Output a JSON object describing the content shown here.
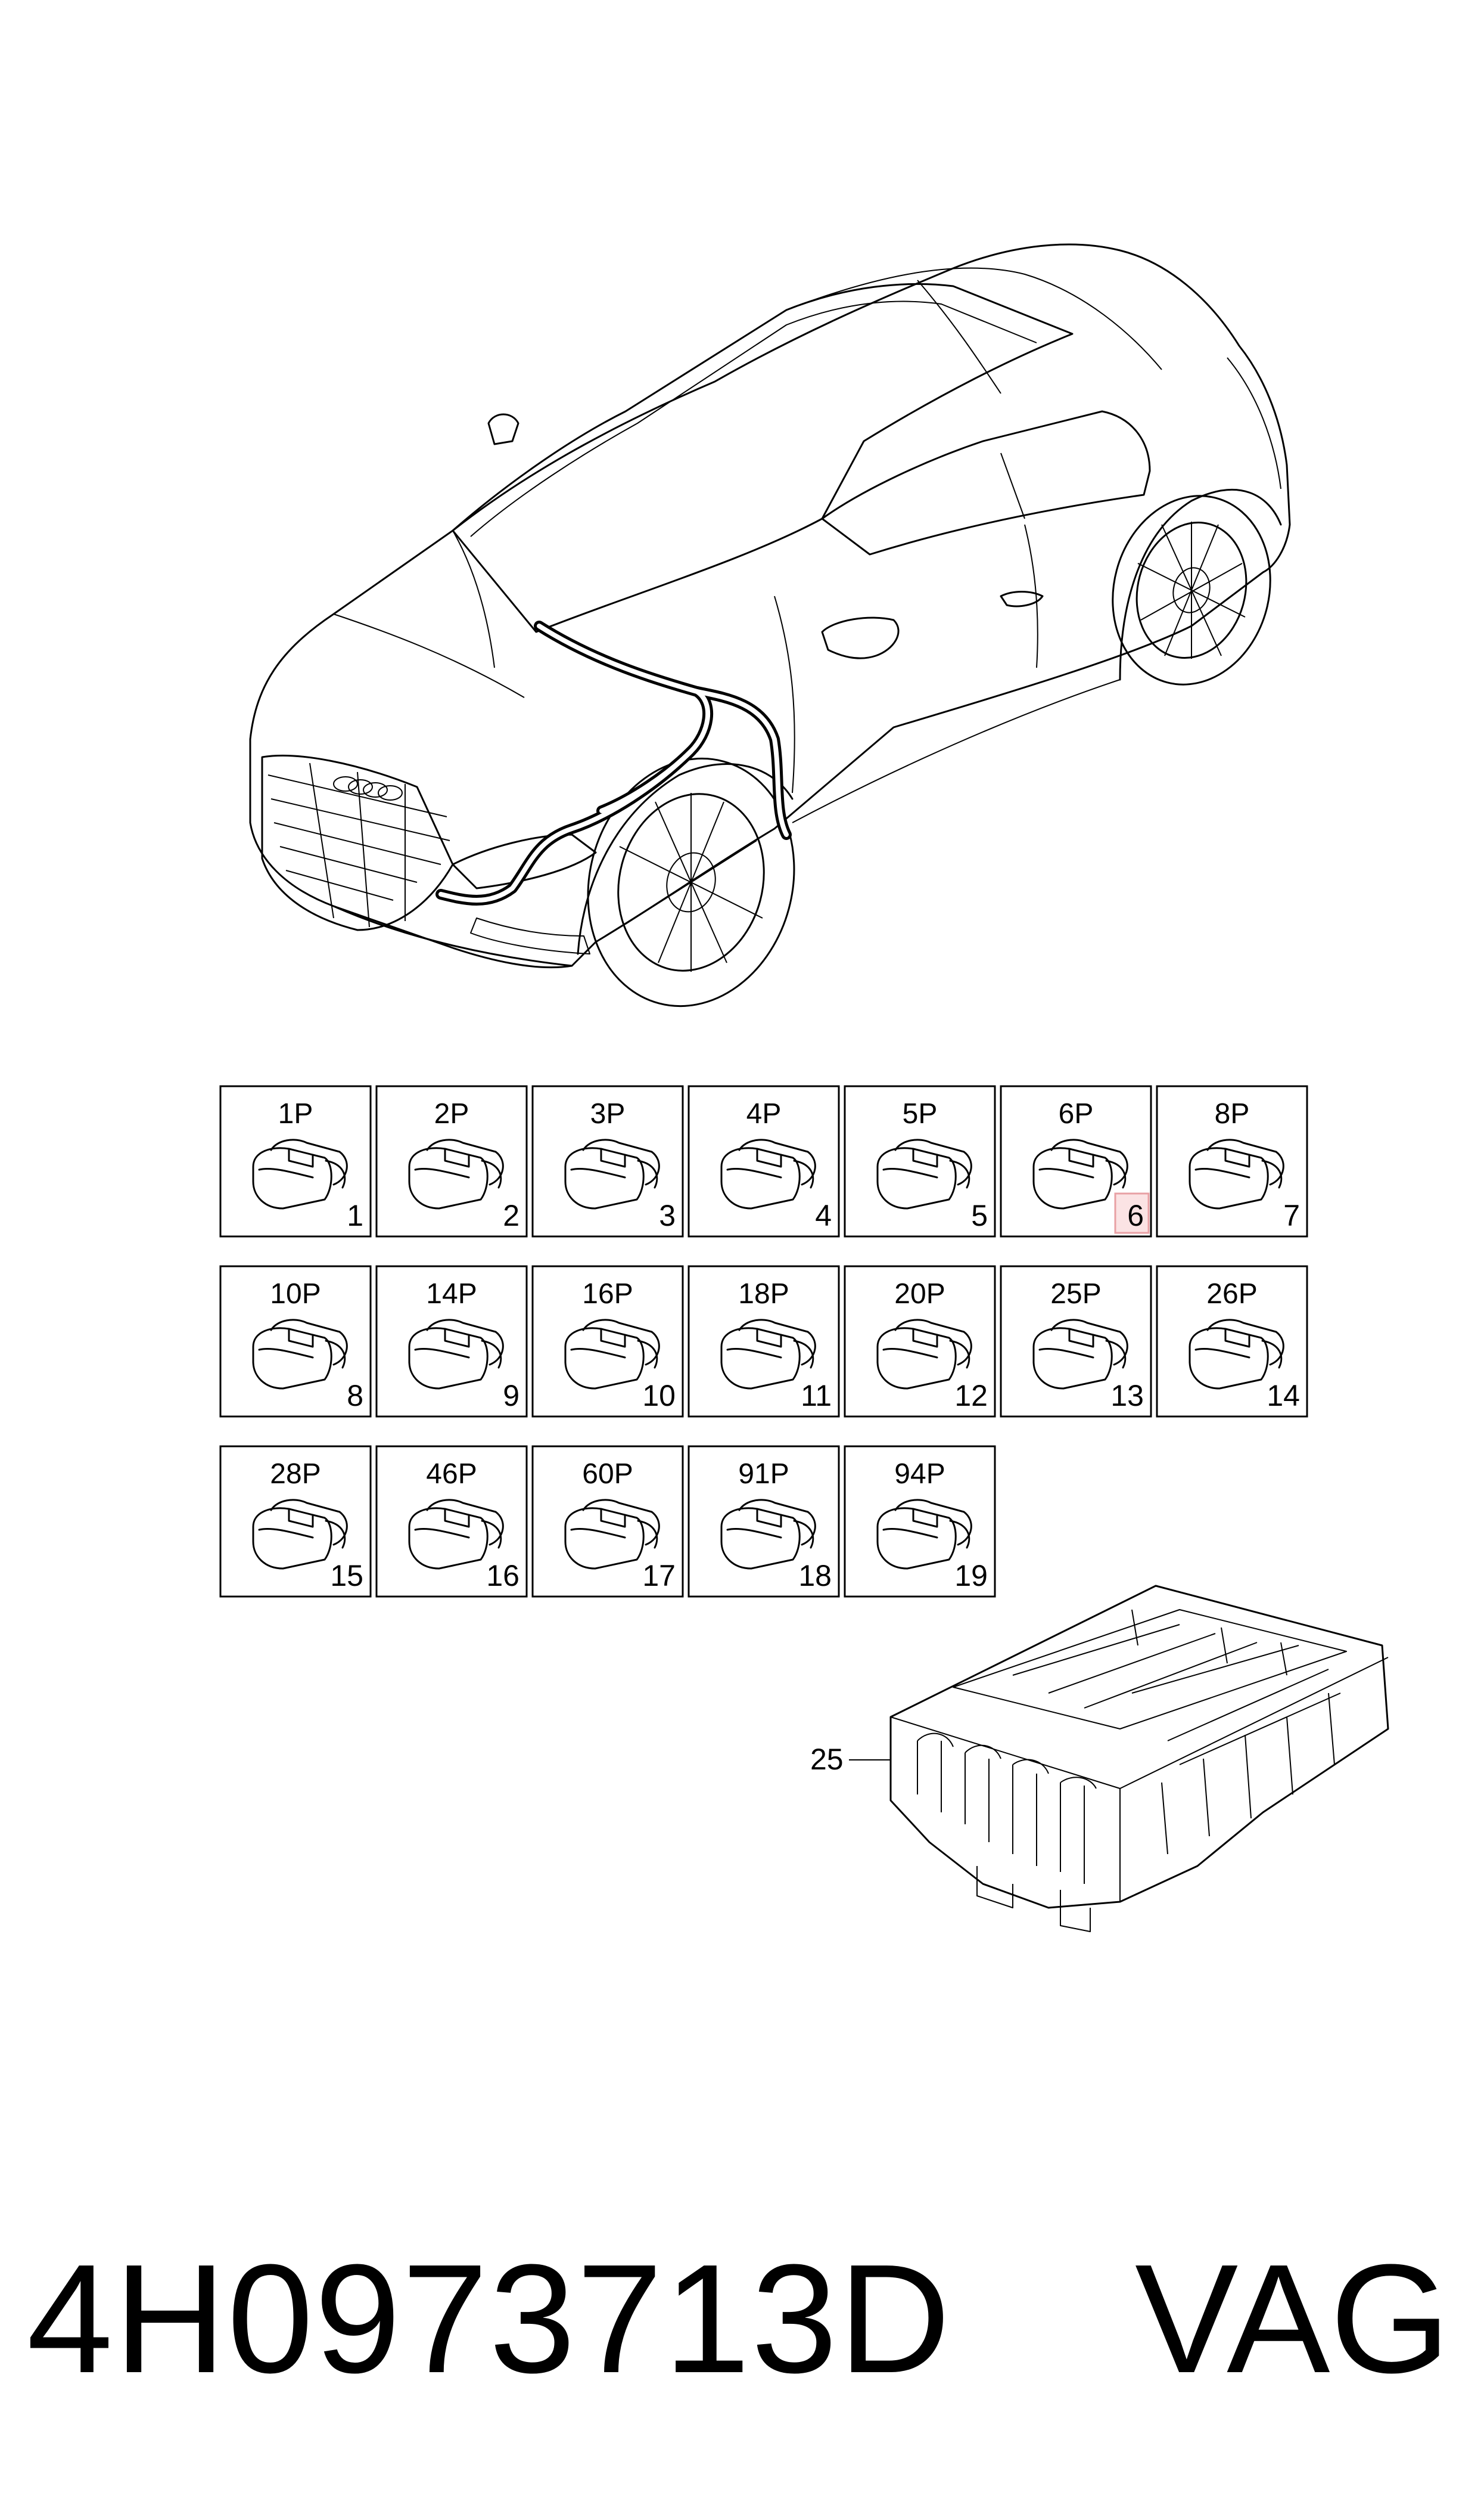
{
  "connectors": [
    {
      "pins": "1P",
      "index": "1"
    },
    {
      "pins": "2P",
      "index": "2"
    },
    {
      "pins": "3P",
      "index": "3"
    },
    {
      "pins": "4P",
      "index": "4"
    },
    {
      "pins": "5P",
      "index": "5"
    },
    {
      "pins": "6P",
      "index": "6",
      "highlighted": true
    },
    {
      "pins": "8P",
      "index": "7"
    },
    {
      "pins": "10P",
      "index": "8"
    },
    {
      "pins": "14P",
      "index": "9"
    },
    {
      "pins": "16P",
      "index": "10"
    },
    {
      "pins": "18P",
      "index": "11"
    },
    {
      "pins": "20P",
      "index": "12"
    },
    {
      "pins": "25P",
      "index": "13"
    },
    {
      "pins": "26P",
      "index": "14"
    },
    {
      "pins": "28P",
      "index": "15"
    },
    {
      "pins": "46P",
      "index": "16"
    },
    {
      "pins": "60P",
      "index": "17"
    },
    {
      "pins": "91P",
      "index": "18"
    },
    {
      "pins": "94P",
      "index": "19"
    }
  ],
  "fuse_box": {
    "callout": "25"
  },
  "footer": {
    "part_number": "4H0973713D",
    "brand": "VAG"
  },
  "highlight_color": "#e8a0a4",
  "highlight_fill": "#fbe3e4"
}
